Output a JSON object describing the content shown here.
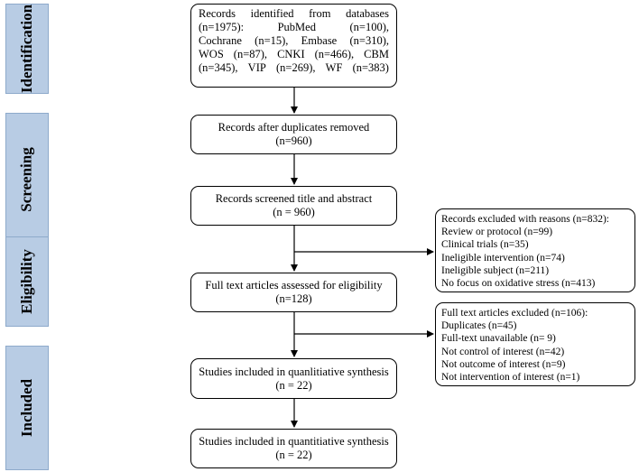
{
  "stages": {
    "identification": "Identification",
    "screening": "Screening",
    "eligibility": "Eligibility",
    "included": "Included"
  },
  "boxes": {
    "identified": {
      "line1": [
        "Records",
        "identified",
        "from",
        "databases"
      ],
      "line2": [
        "(n=1975):",
        "PubMed",
        "(n=100),"
      ],
      "line3": [
        "Cochrane",
        "(n=15),",
        "Embase",
        "(n=310),"
      ],
      "line4": [
        "WOS",
        "(n=87),",
        "CNKI",
        "(n=466),",
        "CBM"
      ],
      "line5": [
        "(n=345),",
        "VIP",
        "(n=269),",
        "WF",
        "(n=383)"
      ]
    },
    "duplicates_removed": {
      "line1": "Records after duplicates removed",
      "line2": "(n=960)"
    },
    "screened": {
      "line1": "Records screened title and abstract",
      "line2": "(n = 960)"
    },
    "full_text": {
      "line1": "Full text articles assessed for eligibility",
      "line2": "(n=128)"
    },
    "qualitative": {
      "line1": "Studies included in quanlitiative synthesis",
      "line2": "(n = 22)"
    },
    "quantitative": {
      "line1": "Studies included in quantitiative synthesis",
      "line2": "(n = 22)"
    },
    "excluded_records": {
      "lines": [
        "Records excluded with reasons (n=832):",
        "Review or protocol (n=99)",
        "Clinical trials (n=35)",
        "Ineligible intervention (n=74)",
        "Ineligible subject (n=211)",
        "No focus on oxidative stress (n=413)"
      ]
    },
    "excluded_full_text": {
      "lines": [
        "Full text articles excluded (n=106):",
        "Duplicates (n=45)",
        "Full-text unavailable (n= 9)",
        "Not control of interest (n=42)",
        "Not outcome of interest (n=9)",
        "Not intervention of interest (n=1)"
      ]
    }
  }
}
